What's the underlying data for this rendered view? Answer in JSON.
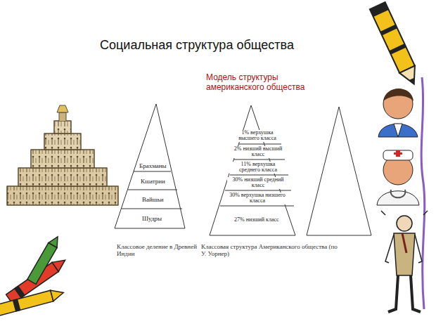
{
  "diagram": {
    "title": "Социальная структура общества",
    "nodes": [
      {
        "text": [
          "Брахманы"
        ]
      },
      {
        "text": [
          "Кшатрии"
        ]
      },
      {
        "text": [
          "Вайшьи"
        ]
      },
      {
        "text": [
          "Шудры"
        ]
      },
      {
        "text": [
          "1% верхушка высшего класса"
        ]
      },
      {
        "text": [
          "2% низший высший класс"
        ]
      },
      {
        "text": [
          "11% верхушка среднего класса"
        ]
      },
      {
        "text": [
          "30% низший средний класс"
        ]
      },
      {
        "text": [
          "30% верхушка низшего класса"
        ]
      },
      {
        "text": [
          "27% низший класс"
        ]
      }
    ],
    "labels": [
      "Модель структуры американского общества",
      "Классовое деление в Древней Индии",
      "Классовая структура Американского общества (по У. Уорнер)"
    ]
  }
}
